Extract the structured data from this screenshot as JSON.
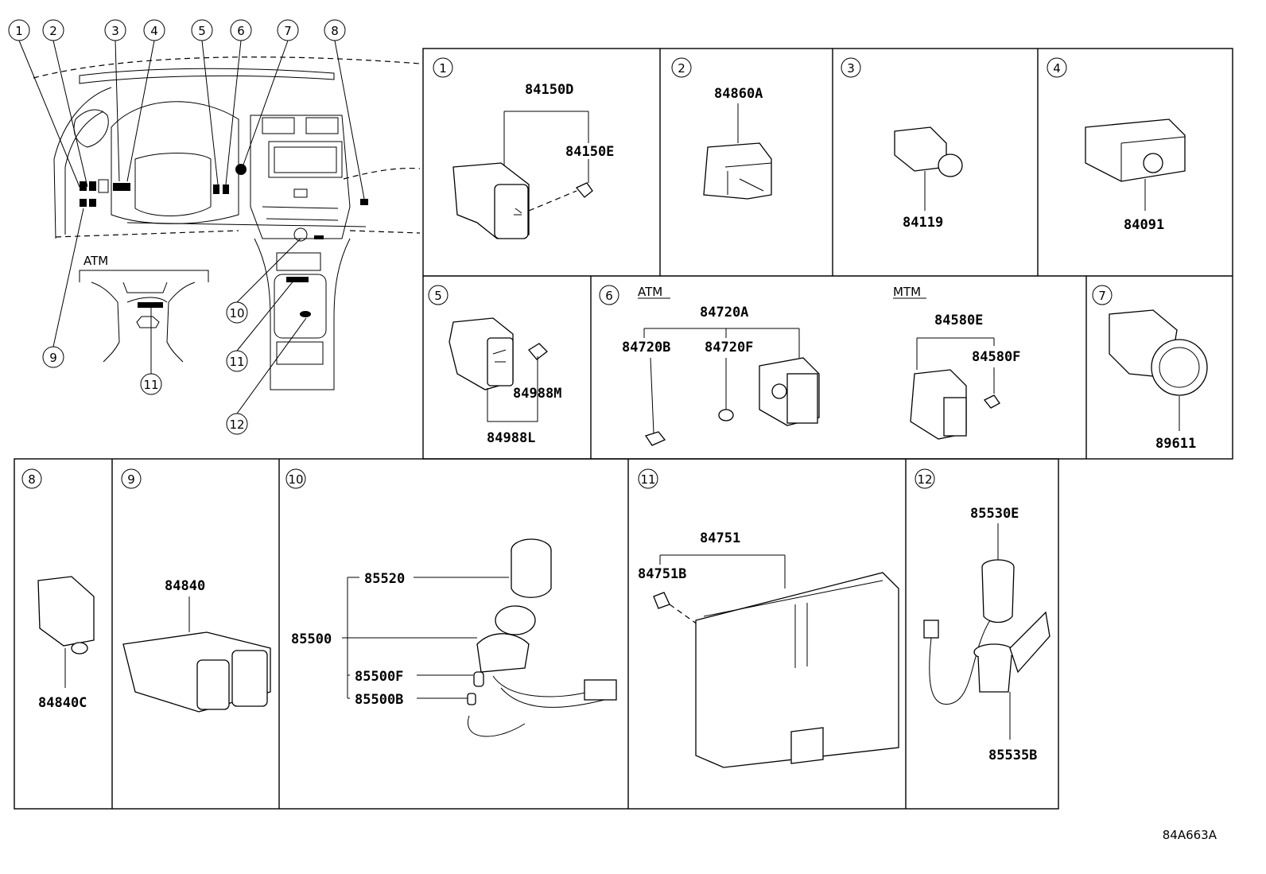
{
  "diagram_code": "84A663A",
  "overview": {
    "callouts": [
      "1",
      "2",
      "3",
      "4",
      "5",
      "6",
      "7",
      "8",
      "9",
      "10",
      "11",
      "12"
    ],
    "atm_label": "ATM",
    "atm_callout": "11"
  },
  "panels": [
    {
      "id": "1",
      "parts": [
        "84150D",
        "84150E"
      ]
    },
    {
      "id": "2",
      "parts": [
        "84860A"
      ]
    },
    {
      "id": "3",
      "parts": [
        "84119"
      ]
    },
    {
      "id": "4",
      "parts": [
        "84091"
      ]
    },
    {
      "id": "5",
      "parts": [
        "84988M",
        "84988L"
      ]
    },
    {
      "id": "6",
      "labels": [
        "ATM",
        "MTM"
      ],
      "parts": [
        "84720A",
        "84720B",
        "84720F",
        "84580E",
        "84580F"
      ]
    },
    {
      "id": "7",
      "parts": [
        "89611"
      ]
    },
    {
      "id": "8",
      "parts": [
        "84840C"
      ]
    },
    {
      "id": "9",
      "parts": [
        "84840"
      ]
    },
    {
      "id": "10",
      "parts": [
        "85520",
        "85500",
        "85500F",
        "85500B"
      ]
    },
    {
      "id": "11",
      "parts": [
        "84751",
        "84751B"
      ]
    },
    {
      "id": "12",
      "parts": [
        "85530E",
        "85535B"
      ]
    }
  ]
}
